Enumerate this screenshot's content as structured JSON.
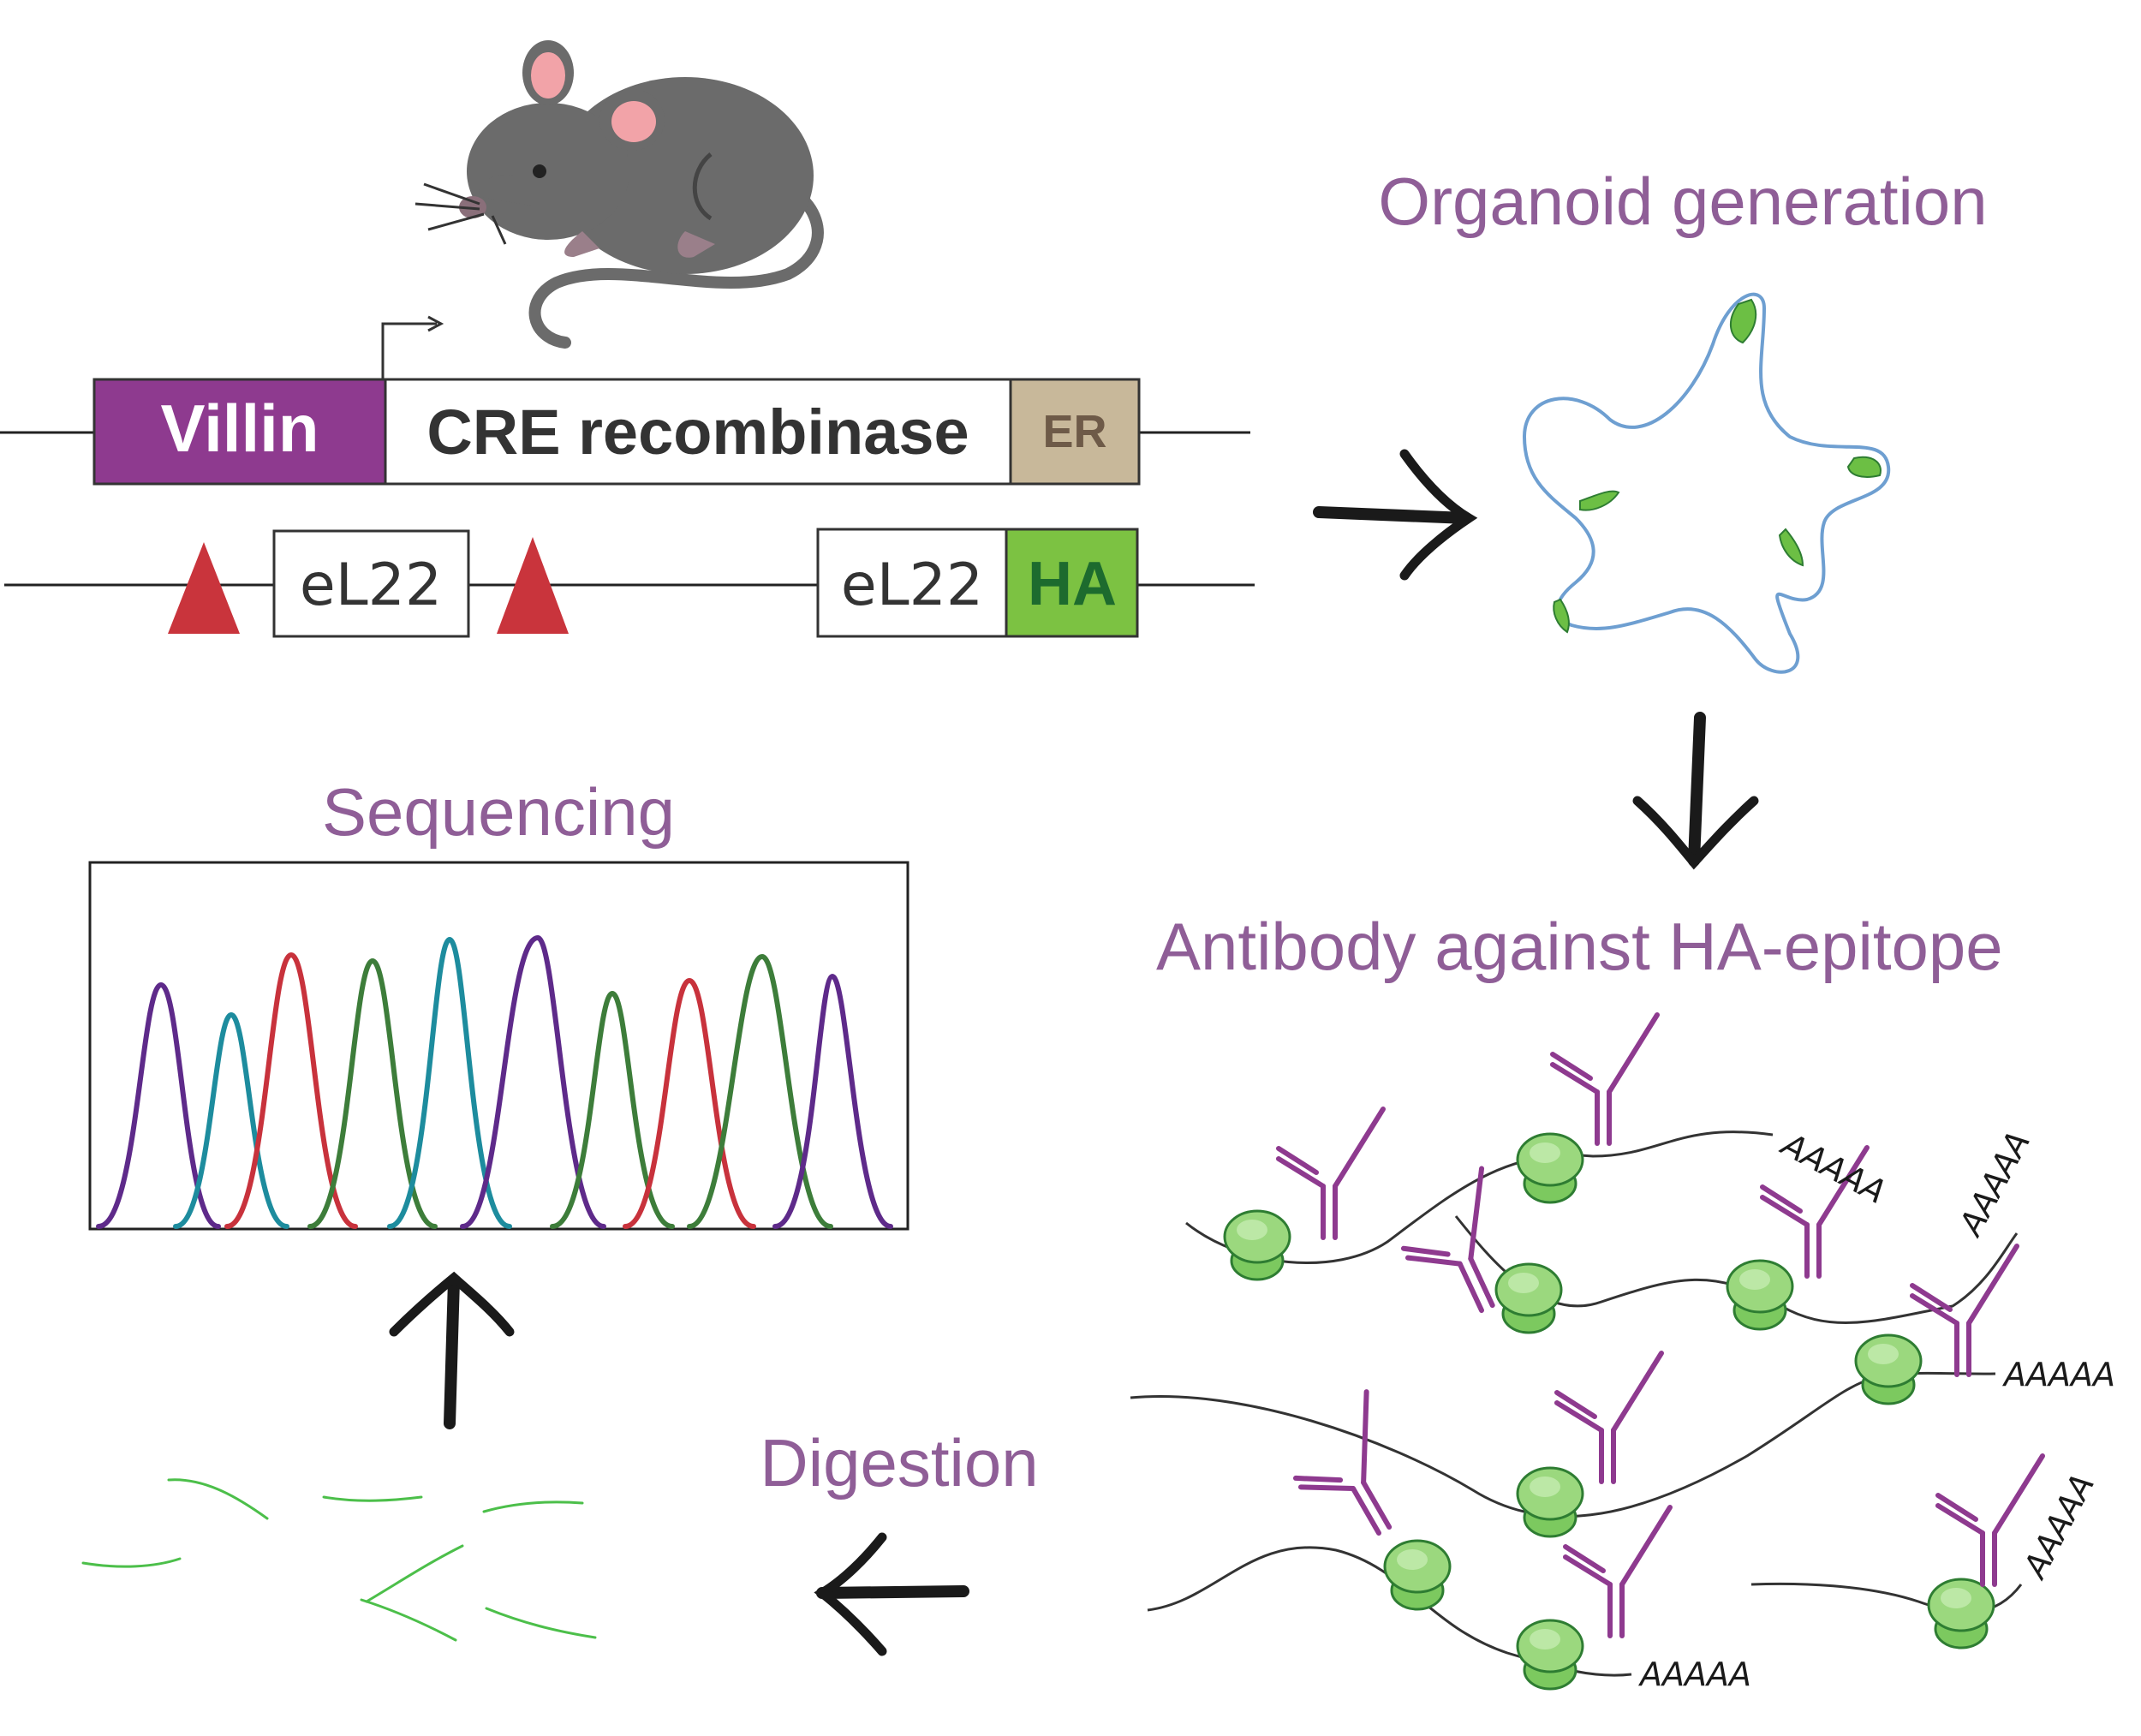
{
  "labels": {
    "villin": "Villin",
    "cre": "CRE recombinase",
    "er": "ER",
    "el22_floxed": "eL22",
    "el22_tagged": "eL22",
    "ha": "HA",
    "organoid": "Organoid generation",
    "antibody": "Antibody against HA-epitope",
    "digestion": "Digestion",
    "sequencing": "Sequencing",
    "polyA": "AAAAA"
  },
  "colors": {
    "villin": "#8e3a8f",
    "er": "#c8b89a",
    "er_text": "#6e5a48",
    "ha": "#7cc242",
    "ha_text": "#1d6b2e",
    "loxp": "#c9343c",
    "step_text": "#8f5e97",
    "organoid_outline": "#6e9fd1",
    "ribosome": "#8bd46e",
    "antibody": "#8e3a8f",
    "fragment": "#4cbf4a",
    "trace_purple": "#5e2a8a",
    "trace_teal": "#1d8c9e",
    "trace_red": "#c8323c",
    "trace_green": "#3d7d3a",
    "mouse_body": "#6b6b6b"
  },
  "icons": [
    "mouse-icon",
    "organoid-icon",
    "ribosome-icon",
    "antibody-icon",
    "loxp-site-icon",
    "promoter-arrow-icon"
  ]
}
